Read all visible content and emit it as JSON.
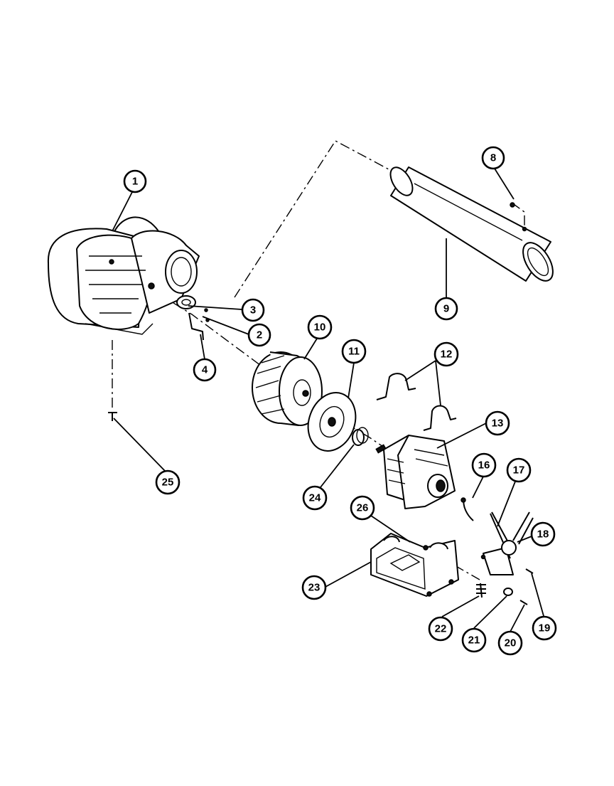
{
  "diagram": {
    "type": "exploded-parts-view",
    "callouts": [
      {
        "label": "1"
      },
      {
        "label": "2"
      },
      {
        "label": "3"
      },
      {
        "label": "4"
      },
      {
        "label": "8"
      },
      {
        "label": "9"
      },
      {
        "label": "10"
      },
      {
        "label": "11"
      },
      {
        "label": "12"
      },
      {
        "label": "13"
      },
      {
        "label": "16"
      },
      {
        "label": "17"
      },
      {
        "label": "18"
      },
      {
        "label": "19"
      },
      {
        "label": "20"
      },
      {
        "label": "21"
      },
      {
        "label": "22"
      },
      {
        "label": "23"
      },
      {
        "label": "24"
      },
      {
        "label": "25"
      },
      {
        "label": "26"
      }
    ]
  }
}
